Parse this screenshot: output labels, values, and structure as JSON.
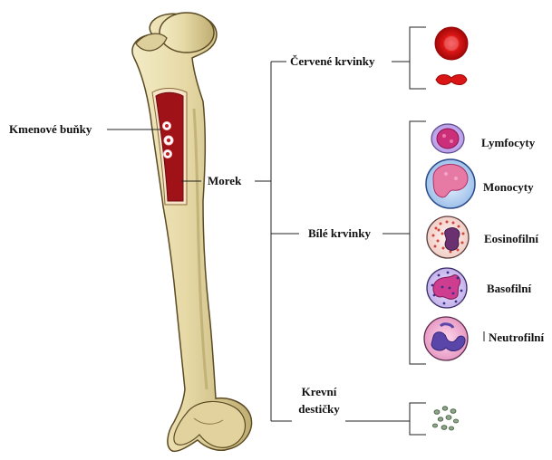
{
  "labels": {
    "stem_cells": "Kmenové buňky",
    "marrow": "Morek",
    "red_cells": "Červené krvinky",
    "white_cells": "Bílé krvinky",
    "platelets_line1": "Krevní",
    "platelets_line2": "destičky",
    "lymphocytes": "Lymfocyty",
    "monocytes": "Monocyty",
    "eosinophils": "Eosinofilní",
    "basophils": "Basofilní",
    "neutrophils": "Neutrofilní"
  },
  "colors": {
    "bone_fill": "#e8dcae",
    "bone_shade": "#c9b77a",
    "bone_outline": "#5b4a22",
    "marrow": "#9e1218",
    "marrow_dark": "#6e0a10",
    "red_cell": "#e01818",
    "line": "#222222"
  }
}
